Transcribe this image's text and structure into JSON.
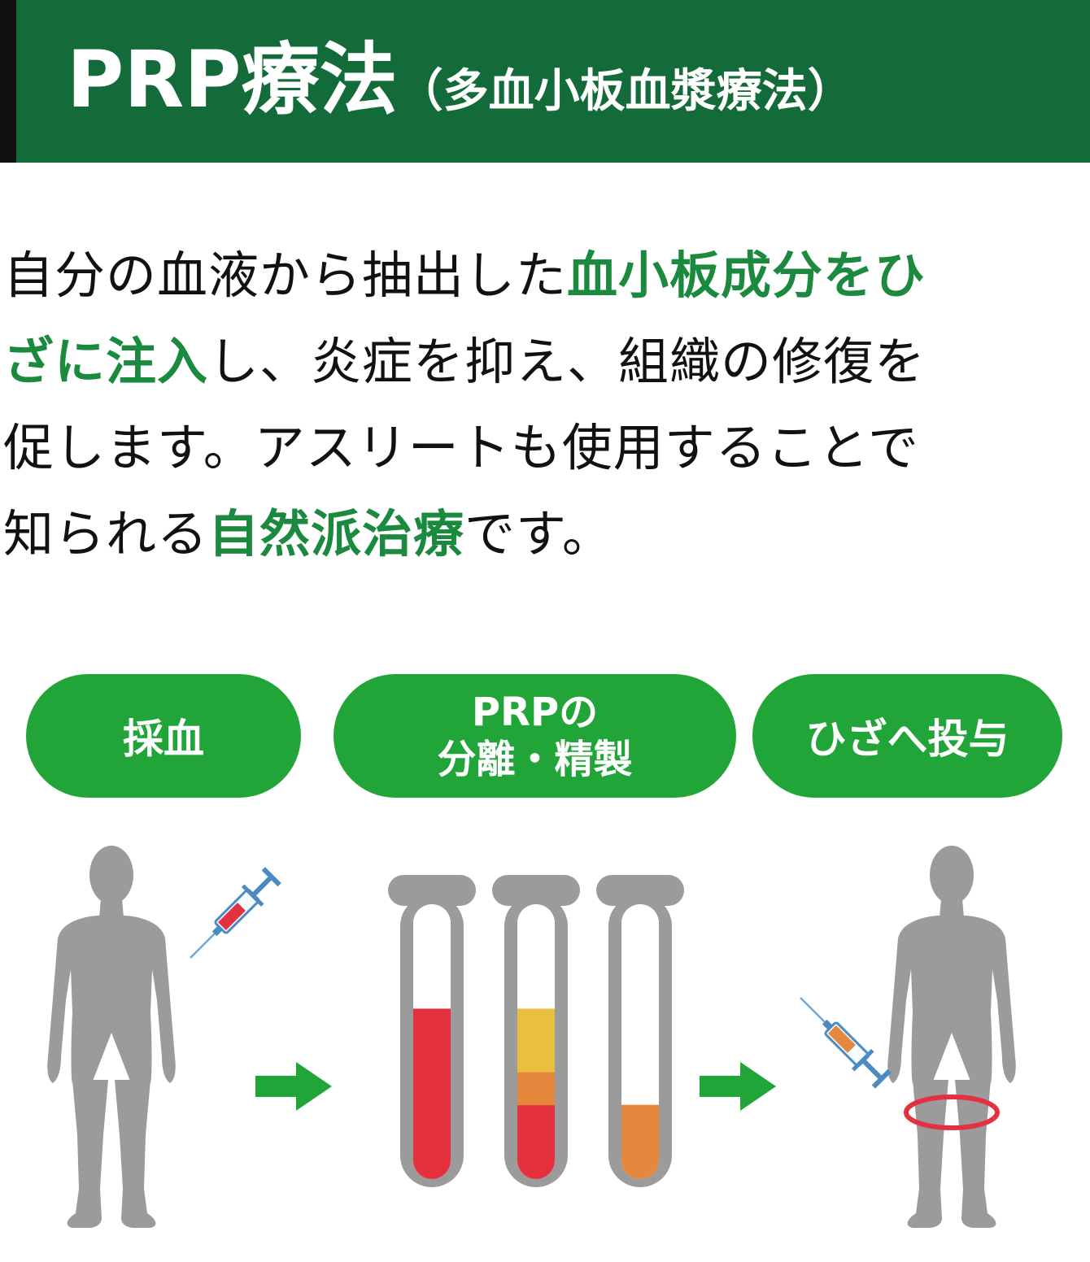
{
  "header": {
    "title_main": "PRP療法",
    "title_sub": "（多血小板血漿療法）"
  },
  "intro": {
    "lines": [
      {
        "normal_a": "自分の血液から抽出した",
        "highlight": "血小板成分をひ"
      },
      {
        "highlight": "ざに注入",
        "normal_b": "し、炎症を抑え、組織の修復を"
      },
      {
        "normal_a": "促します。アスリートも使用することで"
      },
      {
        "normal_a": "知られる",
        "highlight": "自然派治療",
        "normal_b": "です。"
      }
    ]
  },
  "steps": [
    {
      "lines": [
        "採血"
      ]
    },
    {
      "lines": [
        "PRPの",
        "分離・精製"
      ]
    },
    {
      "lines": [
        "ひざへ投与"
      ]
    }
  ],
  "colors": {
    "header_bg": "#136b39",
    "highlight_text": "#1b8a3f",
    "pill_bg": "#21a539",
    "arrow": "#21a539",
    "figure_gray": "#9b9b9b",
    "blood_red": "#e33140",
    "plasma_yellow": "#e8bf3e",
    "buffy_orange": "#e6873e",
    "knee_ring": "#e33140"
  },
  "tubes": [
    {
      "layers": [
        {
          "type": "red-blood",
          "fraction": 0.62
        }
      ]
    },
    {
      "layers": [
        {
          "type": "red-blood",
          "fraction": 0.27
        },
        {
          "type": "buffy-coat",
          "fraction": 0.12
        },
        {
          "type": "plasma",
          "fraction": 0.23
        }
      ]
    },
    {
      "layers": [
        {
          "type": "prp",
          "fraction": 0.27
        }
      ]
    }
  ],
  "icons": [
    "human-figure-icon",
    "syringe-icon",
    "arrow-right-icon",
    "test-tube-icon",
    "knee-highlight-icon"
  ]
}
